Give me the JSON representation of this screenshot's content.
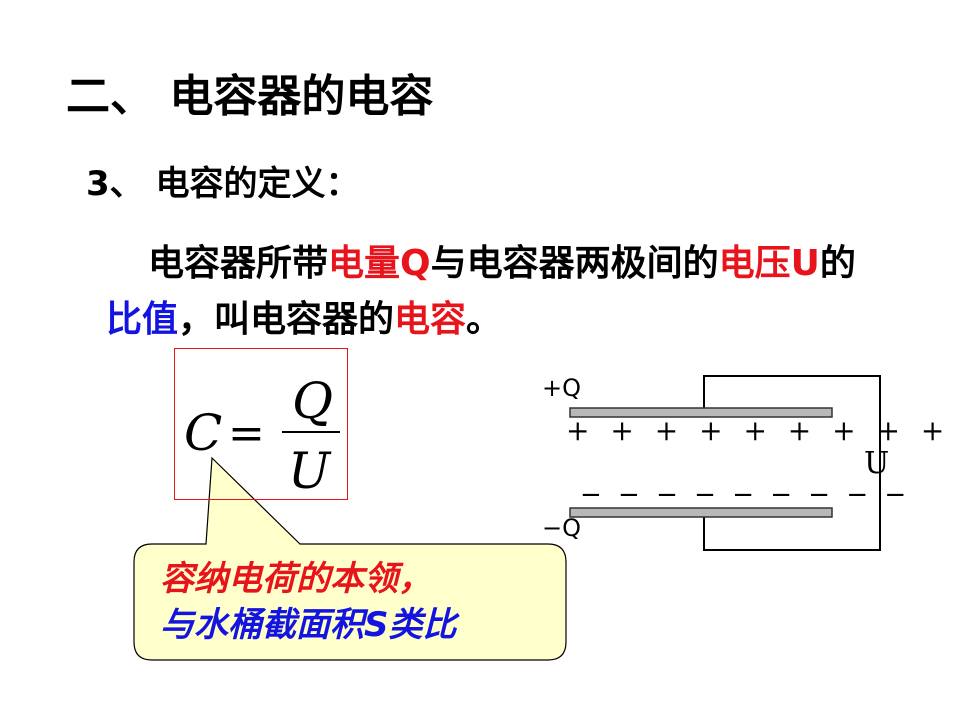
{
  "slide": {
    "title": "二、 电容器的电容",
    "subtitle": "3、 电容的定义：",
    "definition": {
      "seg1": "电容器所带",
      "seg2": "电量Q",
      "seg3": "与电容器两极间的",
      "seg4": "电压U",
      "seg5": "的",
      "seg6": "比值",
      "seg7": "，叫电容器的",
      "seg8": "电容",
      "seg9": "。"
    },
    "formula": {
      "lhs": "C",
      "eq": "=",
      "numerator": "Q",
      "denominator": "U"
    },
    "callout": {
      "line1": "容纳电荷的本领，",
      "line2": "与水桶截面积S类比"
    },
    "capacitor": {
      "top_charge": "+Q",
      "bottom_charge": "−Q",
      "voltage": "U",
      "plus_signs": "+ + + + + + + + +",
      "minus_signs": "− − − − − − − − −"
    }
  },
  "colors": {
    "highlight_red": "#e8141c",
    "highlight_blue": "#1414e0",
    "callout_fill": "#ffffcc"
  }
}
